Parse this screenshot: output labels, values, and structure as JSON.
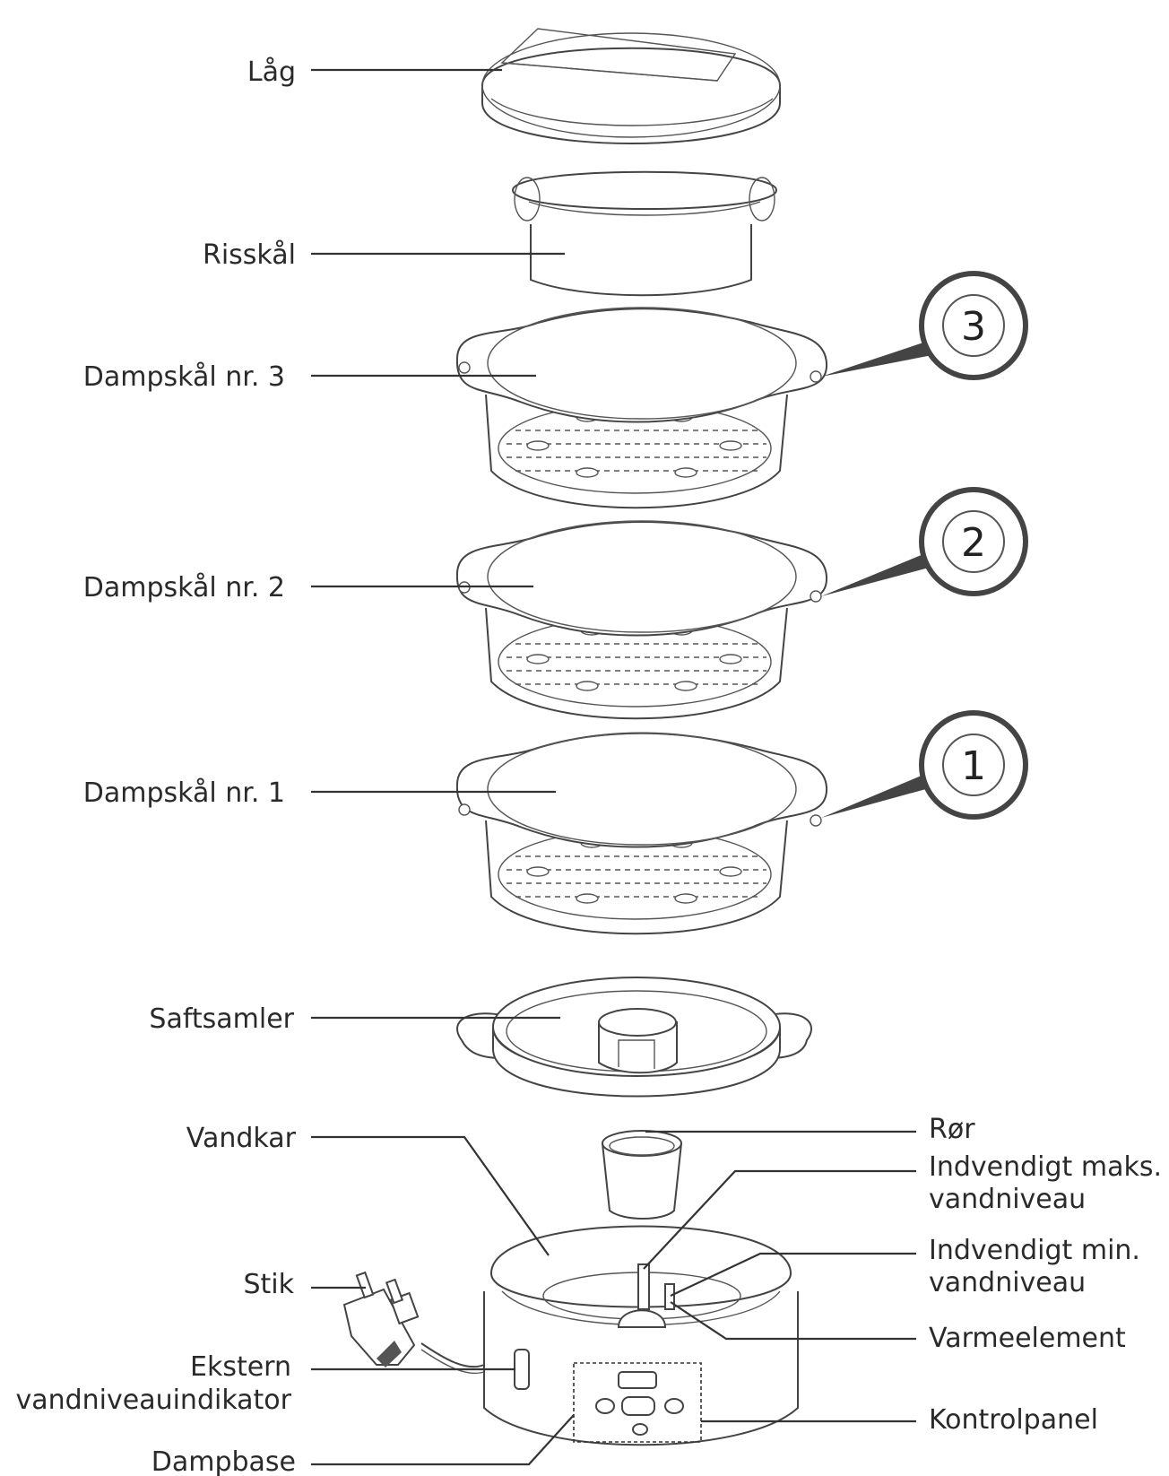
{
  "labels": {
    "lid": "Låg",
    "rice_bowl": "Risskål",
    "bowl3": "Dampskål nr. 3",
    "bowl2": "Dampskål nr. 2",
    "bowl1": "Dampskål nr. 1",
    "juice": "Saftsamler",
    "water_tank": "Vandkar",
    "plug": "Stik",
    "ext_indicator_1": "Ekstern",
    "ext_indicator_2": "vandniveauindikator",
    "base": "Dampbase",
    "tube": "Rør",
    "max_1": "Indvendigt maks.",
    "max_2": "vandniveau",
    "min_1": "Indvendigt min.",
    "min_2": "vandniveau",
    "heater": "Varmeelement",
    "panel": "Kontrolpanel"
  },
  "badges": {
    "b3": "3",
    "b2": "2",
    "b1": "1"
  }
}
